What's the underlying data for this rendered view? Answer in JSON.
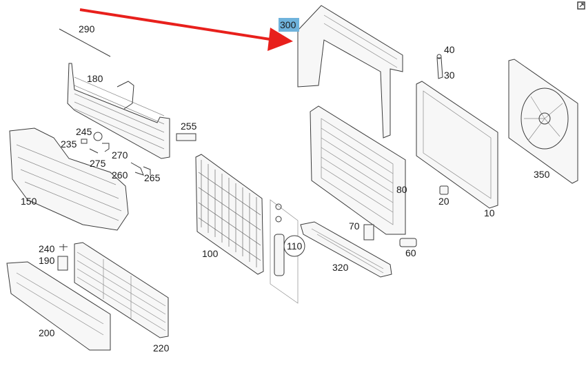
{
  "accent": {
    "arrow": "#e8201c",
    "highlight": "#6fb3dc"
  },
  "icons": {
    "corner": "expand-icon"
  },
  "labels": {
    "p10": "10",
    "p20": "20",
    "p30": "30",
    "p40": "40",
    "p60": "60",
    "p70": "70",
    "p80": "80",
    "p100": "100",
    "p110": "110",
    "p150": "150",
    "p180": "180",
    "p190": "190",
    "p200": "200",
    "p220": "220",
    "p235": "235",
    "p240": "240",
    "p245": "245",
    "p255": "255",
    "p260": "260",
    "p265": "265",
    "p270": "270",
    "p275": "275",
    "p290": "290",
    "p300": "300",
    "p320": "320",
    "p350": "350"
  }
}
